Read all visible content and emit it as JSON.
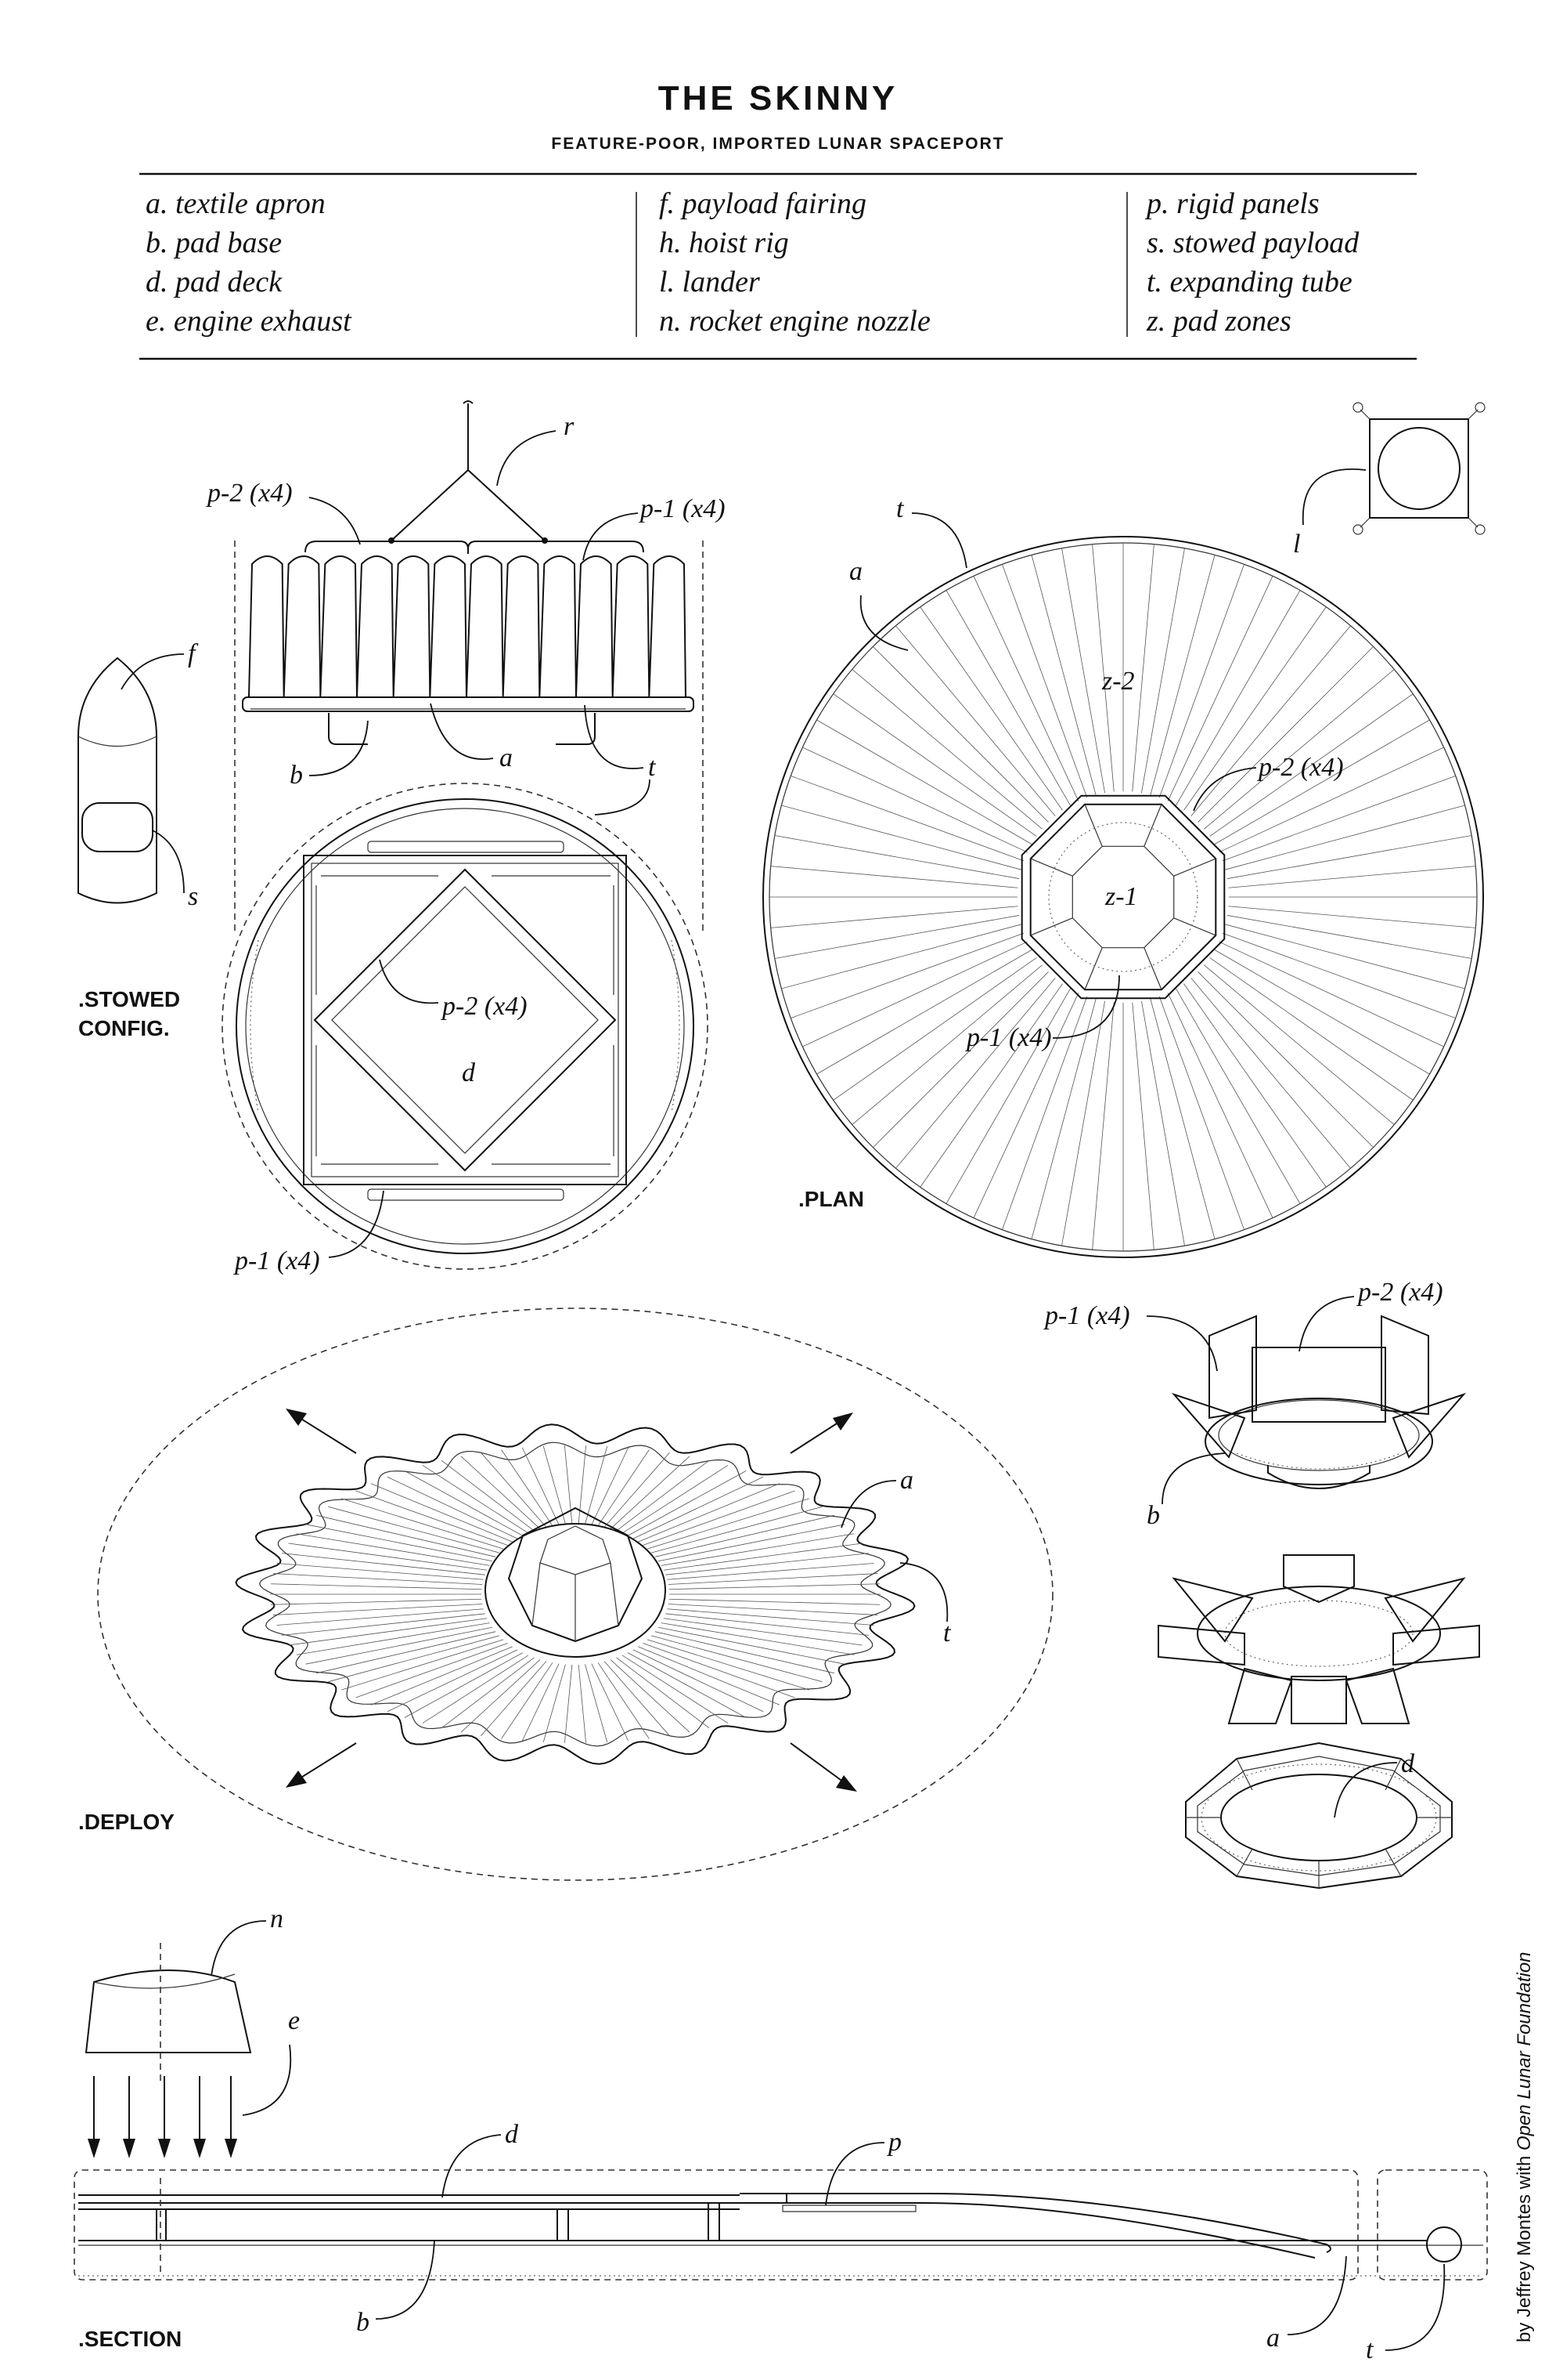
{
  "header": {
    "title": "THE SKINNY",
    "subtitle": "FEATURE-POOR, IMPORTED LUNAR SPACEPORT"
  },
  "legend": {
    "col1": [
      "a. textile apron",
      "b. pad base",
      "d. pad deck",
      "e. engine exhaust"
    ],
    "col2": [
      "f. payload fairing",
      "h. hoist rig",
      "l. lander",
      "n. rocket engine nozzle"
    ],
    "col3": [
      "p. rigid panels",
      "s. stowed payload",
      "t. expanding tube",
      "z. pad zones"
    ]
  },
  "views": {
    "stowed": ".STOWED\nCONFIG.",
    "stowed_l1": ".STOWED",
    "stowed_l2": "CONFIG.",
    "plan": ".PLAN",
    "deploy": ".DEPLOY",
    "section": ".SECTION"
  },
  "labels": {
    "r": "r",
    "p2x4": "p-2 (x4)",
    "p1x4": "p-1 (x4)",
    "f": "f",
    "s": "s",
    "b": "b",
    "a": "a",
    "t": "t",
    "d": "d",
    "z2": "z-2",
    "z1": "z-1",
    "l": "l",
    "n": "n",
    "e": "e",
    "p": "p"
  },
  "credit": {
    "prefix": "by Jeffrey Montes with ",
    "org": "Open Lunar Foundation"
  },
  "colors": {
    "ink": "#111111",
    "paper": "#ffffff"
  }
}
